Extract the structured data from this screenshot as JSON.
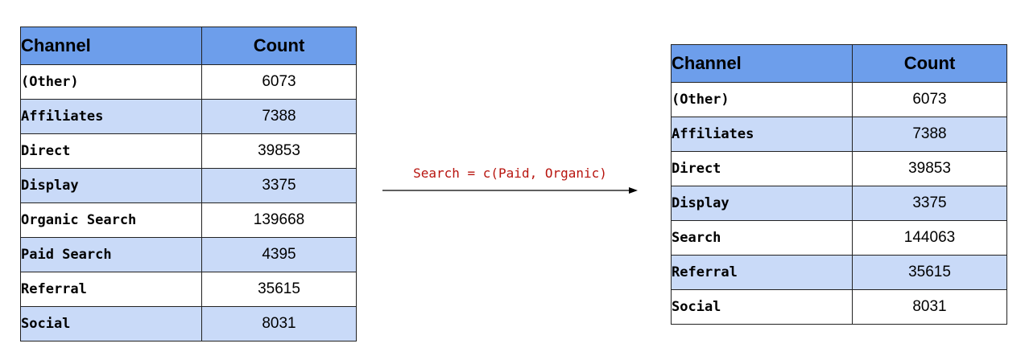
{
  "left_table": {
    "header": {
      "channel": "Channel",
      "count": "Count"
    },
    "rows": [
      {
        "channel": "(Other)",
        "count": "6073"
      },
      {
        "channel": "Affiliates",
        "count": "7388"
      },
      {
        "channel": "Direct",
        "count": "39853"
      },
      {
        "channel": "Display",
        "count": "3375"
      },
      {
        "channel": "Organic Search",
        "count": "139668"
      },
      {
        "channel": "Paid Search",
        "count": "4395"
      },
      {
        "channel": "Referral",
        "count": "35615"
      },
      {
        "channel": "Social",
        "count": "8031"
      }
    ]
  },
  "transform": {
    "label": "Search = c(Paid, Organic)"
  },
  "right_table": {
    "header": {
      "channel": "Channel",
      "count": "Count"
    },
    "rows": [
      {
        "channel": "(Other)",
        "count": "6073"
      },
      {
        "channel": "Affiliates",
        "count": "7388"
      },
      {
        "channel": "Direct",
        "count": "39853"
      },
      {
        "channel": "Display",
        "count": "3375"
      },
      {
        "channel": "Search",
        "count": "144063"
      },
      {
        "channel": "Referral",
        "count": "35615"
      },
      {
        "channel": "Social",
        "count": "8031"
      }
    ]
  },
  "colors": {
    "header_fill": "#6d9eeb",
    "alt_row_fill": "#c9daf8",
    "label_color": "#b8150f"
  }
}
